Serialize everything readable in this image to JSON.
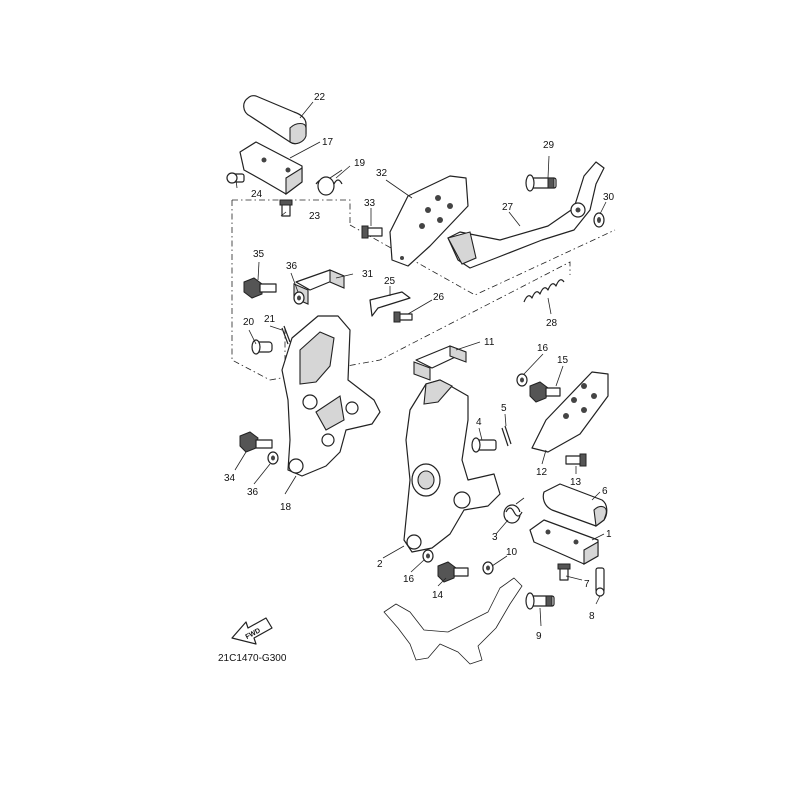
{
  "diagram": {
    "drawing_code": "21C1470-G300",
    "fwd_label": "FWD",
    "callouts": [
      {
        "id": "c1",
        "text": "1"
      },
      {
        "id": "c2",
        "text": "2"
      },
      {
        "id": "c3",
        "text": "3"
      },
      {
        "id": "c4",
        "text": "4"
      },
      {
        "id": "c5",
        "text": "5"
      },
      {
        "id": "c6",
        "text": "6"
      },
      {
        "id": "c7",
        "text": "7"
      },
      {
        "id": "c8",
        "text": "8"
      },
      {
        "id": "c9",
        "text": "9"
      },
      {
        "id": "c10",
        "text": "10"
      },
      {
        "id": "c11",
        "text": "11"
      },
      {
        "id": "c12",
        "text": "12"
      },
      {
        "id": "c13",
        "text": "13"
      },
      {
        "id": "c14",
        "text": "14"
      },
      {
        "id": "c15",
        "text": "15"
      },
      {
        "id": "c16a",
        "text": "16"
      },
      {
        "id": "c16b",
        "text": "16"
      },
      {
        "id": "c17",
        "text": "17"
      },
      {
        "id": "c18",
        "text": "18"
      },
      {
        "id": "c19",
        "text": "19"
      },
      {
        "id": "c20",
        "text": "20"
      },
      {
        "id": "c21",
        "text": "21"
      },
      {
        "id": "c22",
        "text": "22"
      },
      {
        "id": "c23",
        "text": "23"
      },
      {
        "id": "c24",
        "text": "24"
      },
      {
        "id": "c25",
        "text": "25"
      },
      {
        "id": "c26",
        "text": "26"
      },
      {
        "id": "c27",
        "text": "27"
      },
      {
        "id": "c28",
        "text": "28"
      },
      {
        "id": "c29",
        "text": "29"
      },
      {
        "id": "c30",
        "text": "30"
      },
      {
        "id": "c31",
        "text": "31"
      },
      {
        "id": "c32",
        "text": "32"
      },
      {
        "id": "c33",
        "text": "33"
      },
      {
        "id": "c34",
        "text": "34"
      },
      {
        "id": "c35",
        "text": "35"
      },
      {
        "id": "c36a",
        "text": "36"
      },
      {
        "id": "c36b",
        "text": "36"
      }
    ]
  }
}
